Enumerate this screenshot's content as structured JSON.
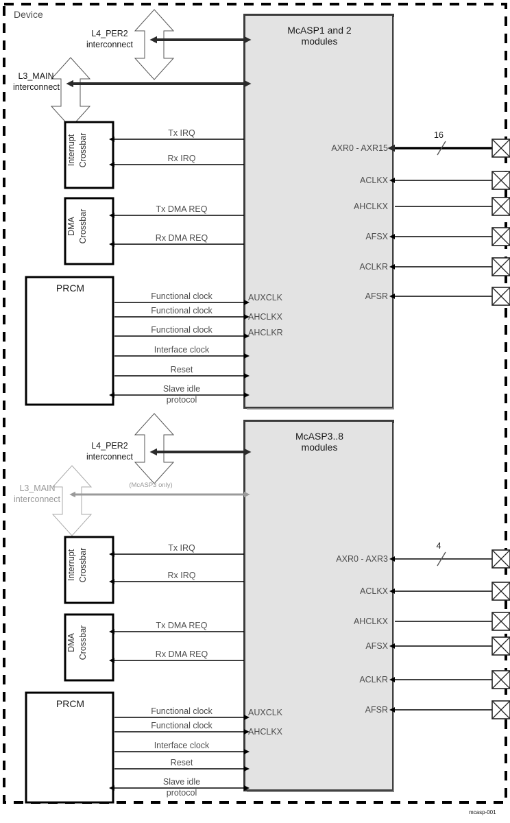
{
  "figure": {
    "id": "mcasp-001",
    "device_label": "Device",
    "boundary_style": "dashed"
  },
  "colors": {
    "module_fill": "#e3e3e3",
    "module_border": "#3b3b3b",
    "text": "#4d4d4d",
    "dark_text": "#1a1a1a",
    "grayed": "#999999",
    "line": "#000000",
    "bold_line": "#2b2b2b"
  },
  "sections": [
    {
      "key": "top",
      "module": {
        "title_line1": "McASP1 and 2",
        "title_line2": "modules"
      },
      "interconnects": [
        {
          "name": "l4per2",
          "line1": "L4_PER2",
          "line2": "interconnect",
          "grayed": false,
          "note": ""
        },
        {
          "name": "l3main",
          "line1": "L3_MAIN",
          "line2": "interconnect",
          "grayed": false,
          "note": ""
        }
      ],
      "interrupt_crossbar": {
        "line1": "Interrupt",
        "line2": "Crossbar"
      },
      "dma_crossbar": {
        "line1": "DMA",
        "line2": "Crossbar"
      },
      "prcm": {
        "label": "PRCM"
      },
      "irq_signals": [
        {
          "label": "Tx IRQ"
        },
        {
          "label": "Rx IRQ"
        }
      ],
      "dma_signals": [
        {
          "label": "Tx DMA REQ"
        },
        {
          "label": "Rx DMA REQ"
        }
      ],
      "prcm_signals": [
        {
          "label": "Functional clock",
          "port": "AUXCLK",
          "bidir": false
        },
        {
          "label": "Functional clock",
          "port": "AHCLKX",
          "bidir": false
        },
        {
          "label": "Functional clock",
          "port": "AHCLKR",
          "bidir": false
        },
        {
          "label": "Interface clock",
          "port": "",
          "bidir": false
        },
        {
          "label": "Reset",
          "port": "",
          "bidir": false
        },
        {
          "label": "Slave idle",
          "label2": "protocol",
          "port": "",
          "bidir": true
        }
      ],
      "pin_signals": [
        {
          "port": "AXR0 - AXR15",
          "width": "16",
          "bus": true,
          "bidir": true
        },
        {
          "port": "ACLKX",
          "width": "",
          "bus": false,
          "bidir": true
        },
        {
          "port": "AHCLKX",
          "width": "",
          "bus": false,
          "bidir": false
        },
        {
          "port": "AFSX",
          "width": "",
          "bus": false,
          "bidir": true
        },
        {
          "port": "ACLKR",
          "width": "",
          "bus": false,
          "bidir": true
        },
        {
          "port": "AFSR",
          "width": "",
          "bus": false,
          "bidir": true
        }
      ]
    },
    {
      "key": "bottom",
      "module": {
        "title_line1": "McASP3..8",
        "title_line2": "modules"
      },
      "interconnects": [
        {
          "name": "l4per2",
          "line1": "L4_PER2",
          "line2": "interconnect",
          "grayed": false,
          "note": ""
        },
        {
          "name": "l3main",
          "line1": "L3_MAIN",
          "line2": "interconnect",
          "grayed": true,
          "note": "(McASP3 only)"
        }
      ],
      "interrupt_crossbar": {
        "line1": "Interrupt",
        "line2": "Crossbar"
      },
      "dma_crossbar": {
        "line1": "DMA",
        "line2": "Crossbar"
      },
      "prcm": {
        "label": "PRCM"
      },
      "irq_signals": [
        {
          "label": "Tx IRQ"
        },
        {
          "label": "Rx IRQ"
        }
      ],
      "dma_signals": [
        {
          "label": "Tx DMA REQ"
        },
        {
          "label": "Rx DMA REQ"
        }
      ],
      "prcm_signals": [
        {
          "label": "Functional clock",
          "port": "AUXCLK",
          "bidir": false
        },
        {
          "label": "Functional clock",
          "port": "AHCLKX",
          "bidir": false
        },
        {
          "label": "Interface clock",
          "port": "",
          "bidir": false
        },
        {
          "label": "Reset",
          "port": "",
          "bidir": false
        },
        {
          "label": "Slave idle",
          "label2": "protocol",
          "port": "",
          "bidir": true
        }
      ],
      "pin_signals": [
        {
          "port": "AXR0 - AXR3",
          "width": "4",
          "bus": false,
          "bidir": true
        },
        {
          "port": "ACLKX",
          "width": "",
          "bus": false,
          "bidir": true
        },
        {
          "port": "AHCLKX",
          "width": "",
          "bus": false,
          "bidir": false
        },
        {
          "port": "AFSX",
          "width": "",
          "bus": false,
          "bidir": true
        },
        {
          "port": "ACLKR",
          "width": "",
          "bus": false,
          "bidir": true
        },
        {
          "port": "AFSR",
          "width": "",
          "bus": false,
          "bidir": true
        }
      ]
    }
  ]
}
